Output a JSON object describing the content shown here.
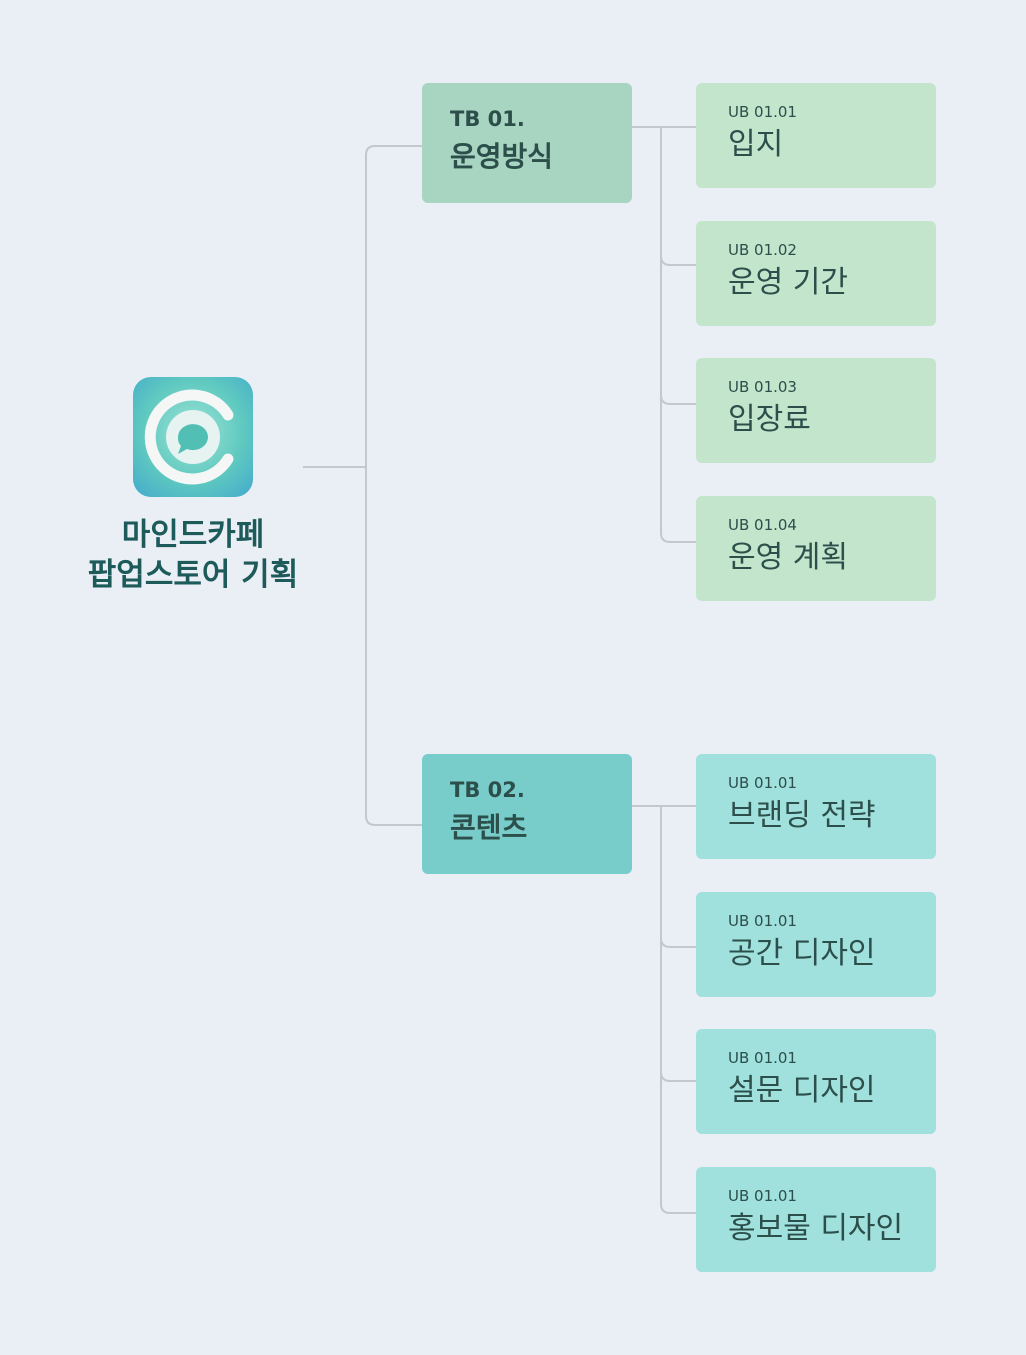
{
  "root": {
    "icon": "mindcafe-chat-logo-icon",
    "title_line1": "마인드카페",
    "title_line2": "팝업스토어 기획"
  },
  "branches": [
    {
      "code": "TB 01.",
      "title": "운영방식",
      "color": "#a8d5c1",
      "child_color": "#c2e5cc",
      "children": [
        {
          "code": "UB 01.01",
          "title": "입지"
        },
        {
          "code": "UB 01.02",
          "title": "운영 기간"
        },
        {
          "code": "UB 01.03",
          "title": "입장료"
        },
        {
          "code": "UB 01.04",
          "title": "운영 계획"
        }
      ]
    },
    {
      "code": "TB 02.",
      "title": "콘텐츠",
      "color": "#78cdca",
      "child_color": "#a0e0dd",
      "children": [
        {
          "code": "UB 01.01",
          "title": "브랜딩 전략"
        },
        {
          "code": "UB 01.01",
          "title": "공간 디자인"
        },
        {
          "code": "UB 01.01",
          "title": "설문 디자인"
        },
        {
          "code": "UB 01.01",
          "title": "홍보물 디자인"
        }
      ]
    }
  ],
  "colors": {
    "background": "#eaeef5",
    "connector": "#c4c8cd",
    "text_dark": "#2c4f4b",
    "root_title": "#1d5a5a"
  }
}
